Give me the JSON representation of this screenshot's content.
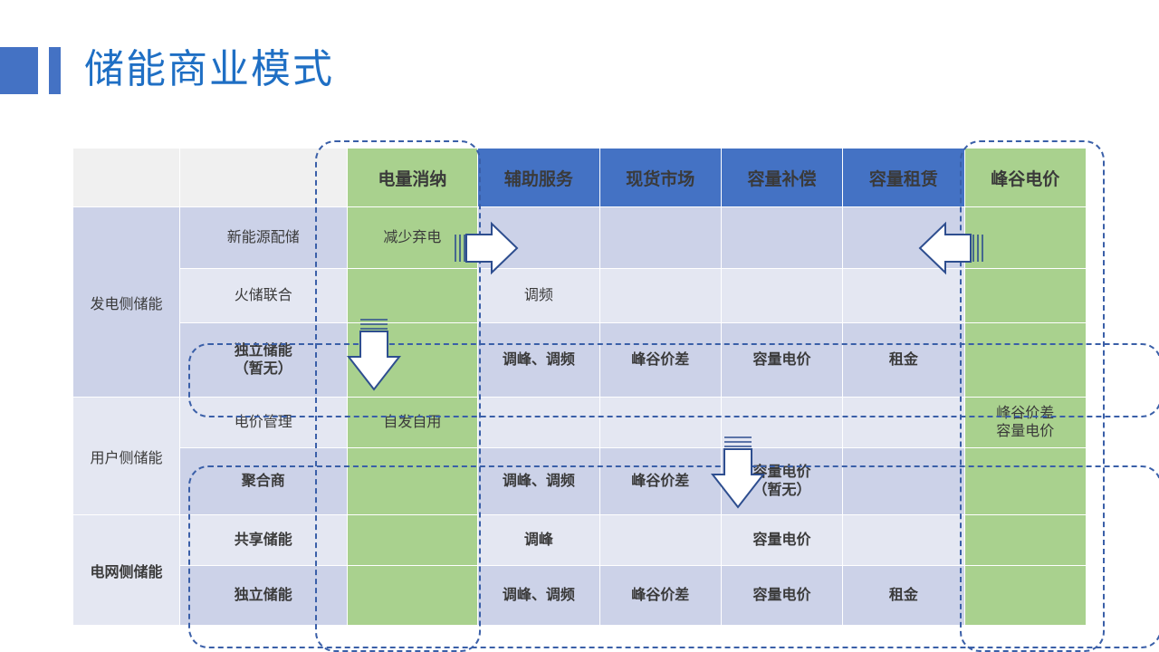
{
  "slide": {
    "title": "储能商业模式",
    "accent_color": "#4472c4",
    "title_color": "#1f6fc4",
    "green_color": "#a9d18e",
    "band_dark_color": "#ccd2e8",
    "band_light_color": "#e4e7f2",
    "highlight_border_color": "#3a5fa8"
  },
  "table": {
    "corner_blank_1": "",
    "corner_blank_2": "",
    "columns": [
      {
        "label": "电量消纳",
        "style": "green"
      },
      {
        "label": "辅助服务",
        "style": "blue"
      },
      {
        "label": "现货市场",
        "style": "blue"
      },
      {
        "label": "容量补偿",
        "style": "blue"
      },
      {
        "label": "容量租赁",
        "style": "blue"
      },
      {
        "label": "峰谷电价",
        "style": "green"
      }
    ],
    "groups": [
      {
        "name": "发电侧储能",
        "rows": [
          {
            "sub": "新能源配储",
            "bold": false,
            "band": "dark",
            "cells": [
              "减少弃电",
              "",
              "",
              "",
              "",
              ""
            ]
          },
          {
            "sub": "火储联合",
            "bold": false,
            "band": "light",
            "cells": [
              "",
              "调频",
              "",
              "",
              "",
              ""
            ]
          },
          {
            "sub": "独立储能\n（暂无）",
            "bold": true,
            "band": "dark",
            "cells": [
              "",
              "调峰、调频",
              "峰谷价差",
              "容量电价",
              "租金",
              ""
            ]
          }
        ]
      },
      {
        "name": "用户侧储能",
        "rows": [
          {
            "sub": "电价管理",
            "bold": false,
            "band": "light",
            "cells": [
              "自发自用",
              "",
              "",
              "",
              "",
              "峰谷价差\n容量电价"
            ]
          },
          {
            "sub": "聚合商",
            "bold": true,
            "band": "dark",
            "cells": [
              "",
              "调峰、调频",
              "峰谷价差",
              "容量电价\n（暂无）",
              "",
              ""
            ]
          }
        ]
      },
      {
        "name": "电网侧储能",
        "rows": [
          {
            "sub": "共享储能",
            "bold": true,
            "band": "light",
            "cells": [
              "",
              "调峰",
              "",
              "容量电价",
              "",
              ""
            ]
          },
          {
            "sub": "独立储能",
            "bold": true,
            "band": "dark",
            "cells": [
              "",
              "调峰、调频",
              "峰谷价差",
              "容量电价",
              "租金",
              ""
            ]
          }
        ]
      }
    ]
  },
  "annotations": {
    "arrow_right_label": "arrow-right-from-power-consumption",
    "arrow_down_left_label": "arrow-down-in-power-consumption",
    "arrow_left_label": "arrow-left-from-peak-valley-price",
    "arrow_down_mid_label": "arrow-down-to-capacity-price",
    "highlight_green_left": "电量消纳",
    "highlight_green_right": "峰谷电价",
    "highlight_row": "独立储能（暂无）",
    "highlight_block": "聚合商 / 共享储能 / 独立储能"
  }
}
